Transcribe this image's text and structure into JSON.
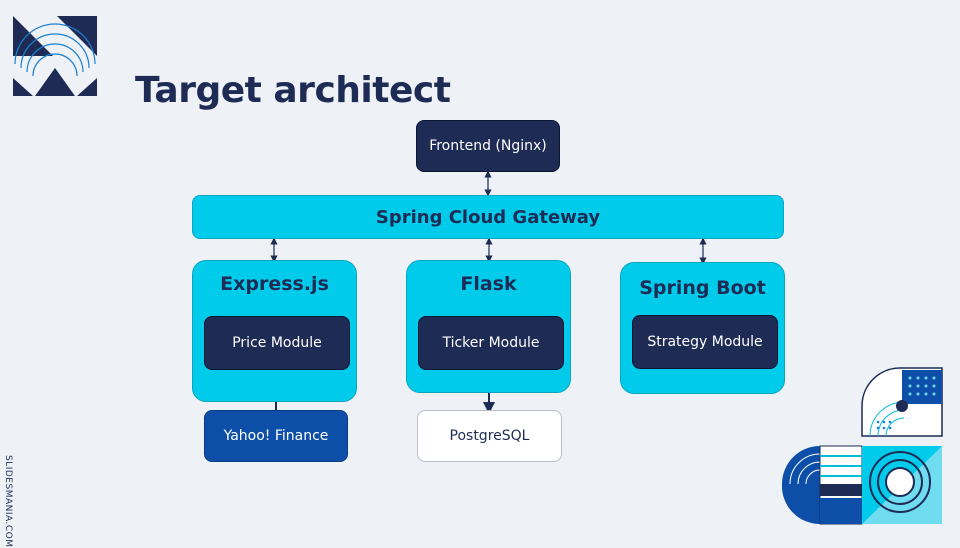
{
  "slide": {
    "title": "Target architect"
  },
  "diagram": {
    "frontend": "Frontend (Nginx)",
    "gateway": "Spring Cloud Gateway",
    "services": [
      {
        "name": "Express.js",
        "module": "Price Module"
      },
      {
        "name": "Flask",
        "module": "Ticker Module"
      },
      {
        "name": "Spring Boot",
        "module": "Strategy Module"
      }
    ],
    "externals": {
      "yahoo": "Yahoo! Finance",
      "postgres": "PostgreSQL"
    }
  },
  "footer": {
    "watermark": "SLIDESMANIA.COM"
  },
  "colors": {
    "navy": "#1d2b55",
    "cyan": "#00cbeb",
    "blue": "#0d4fa8",
    "background": "#eef2f6"
  }
}
